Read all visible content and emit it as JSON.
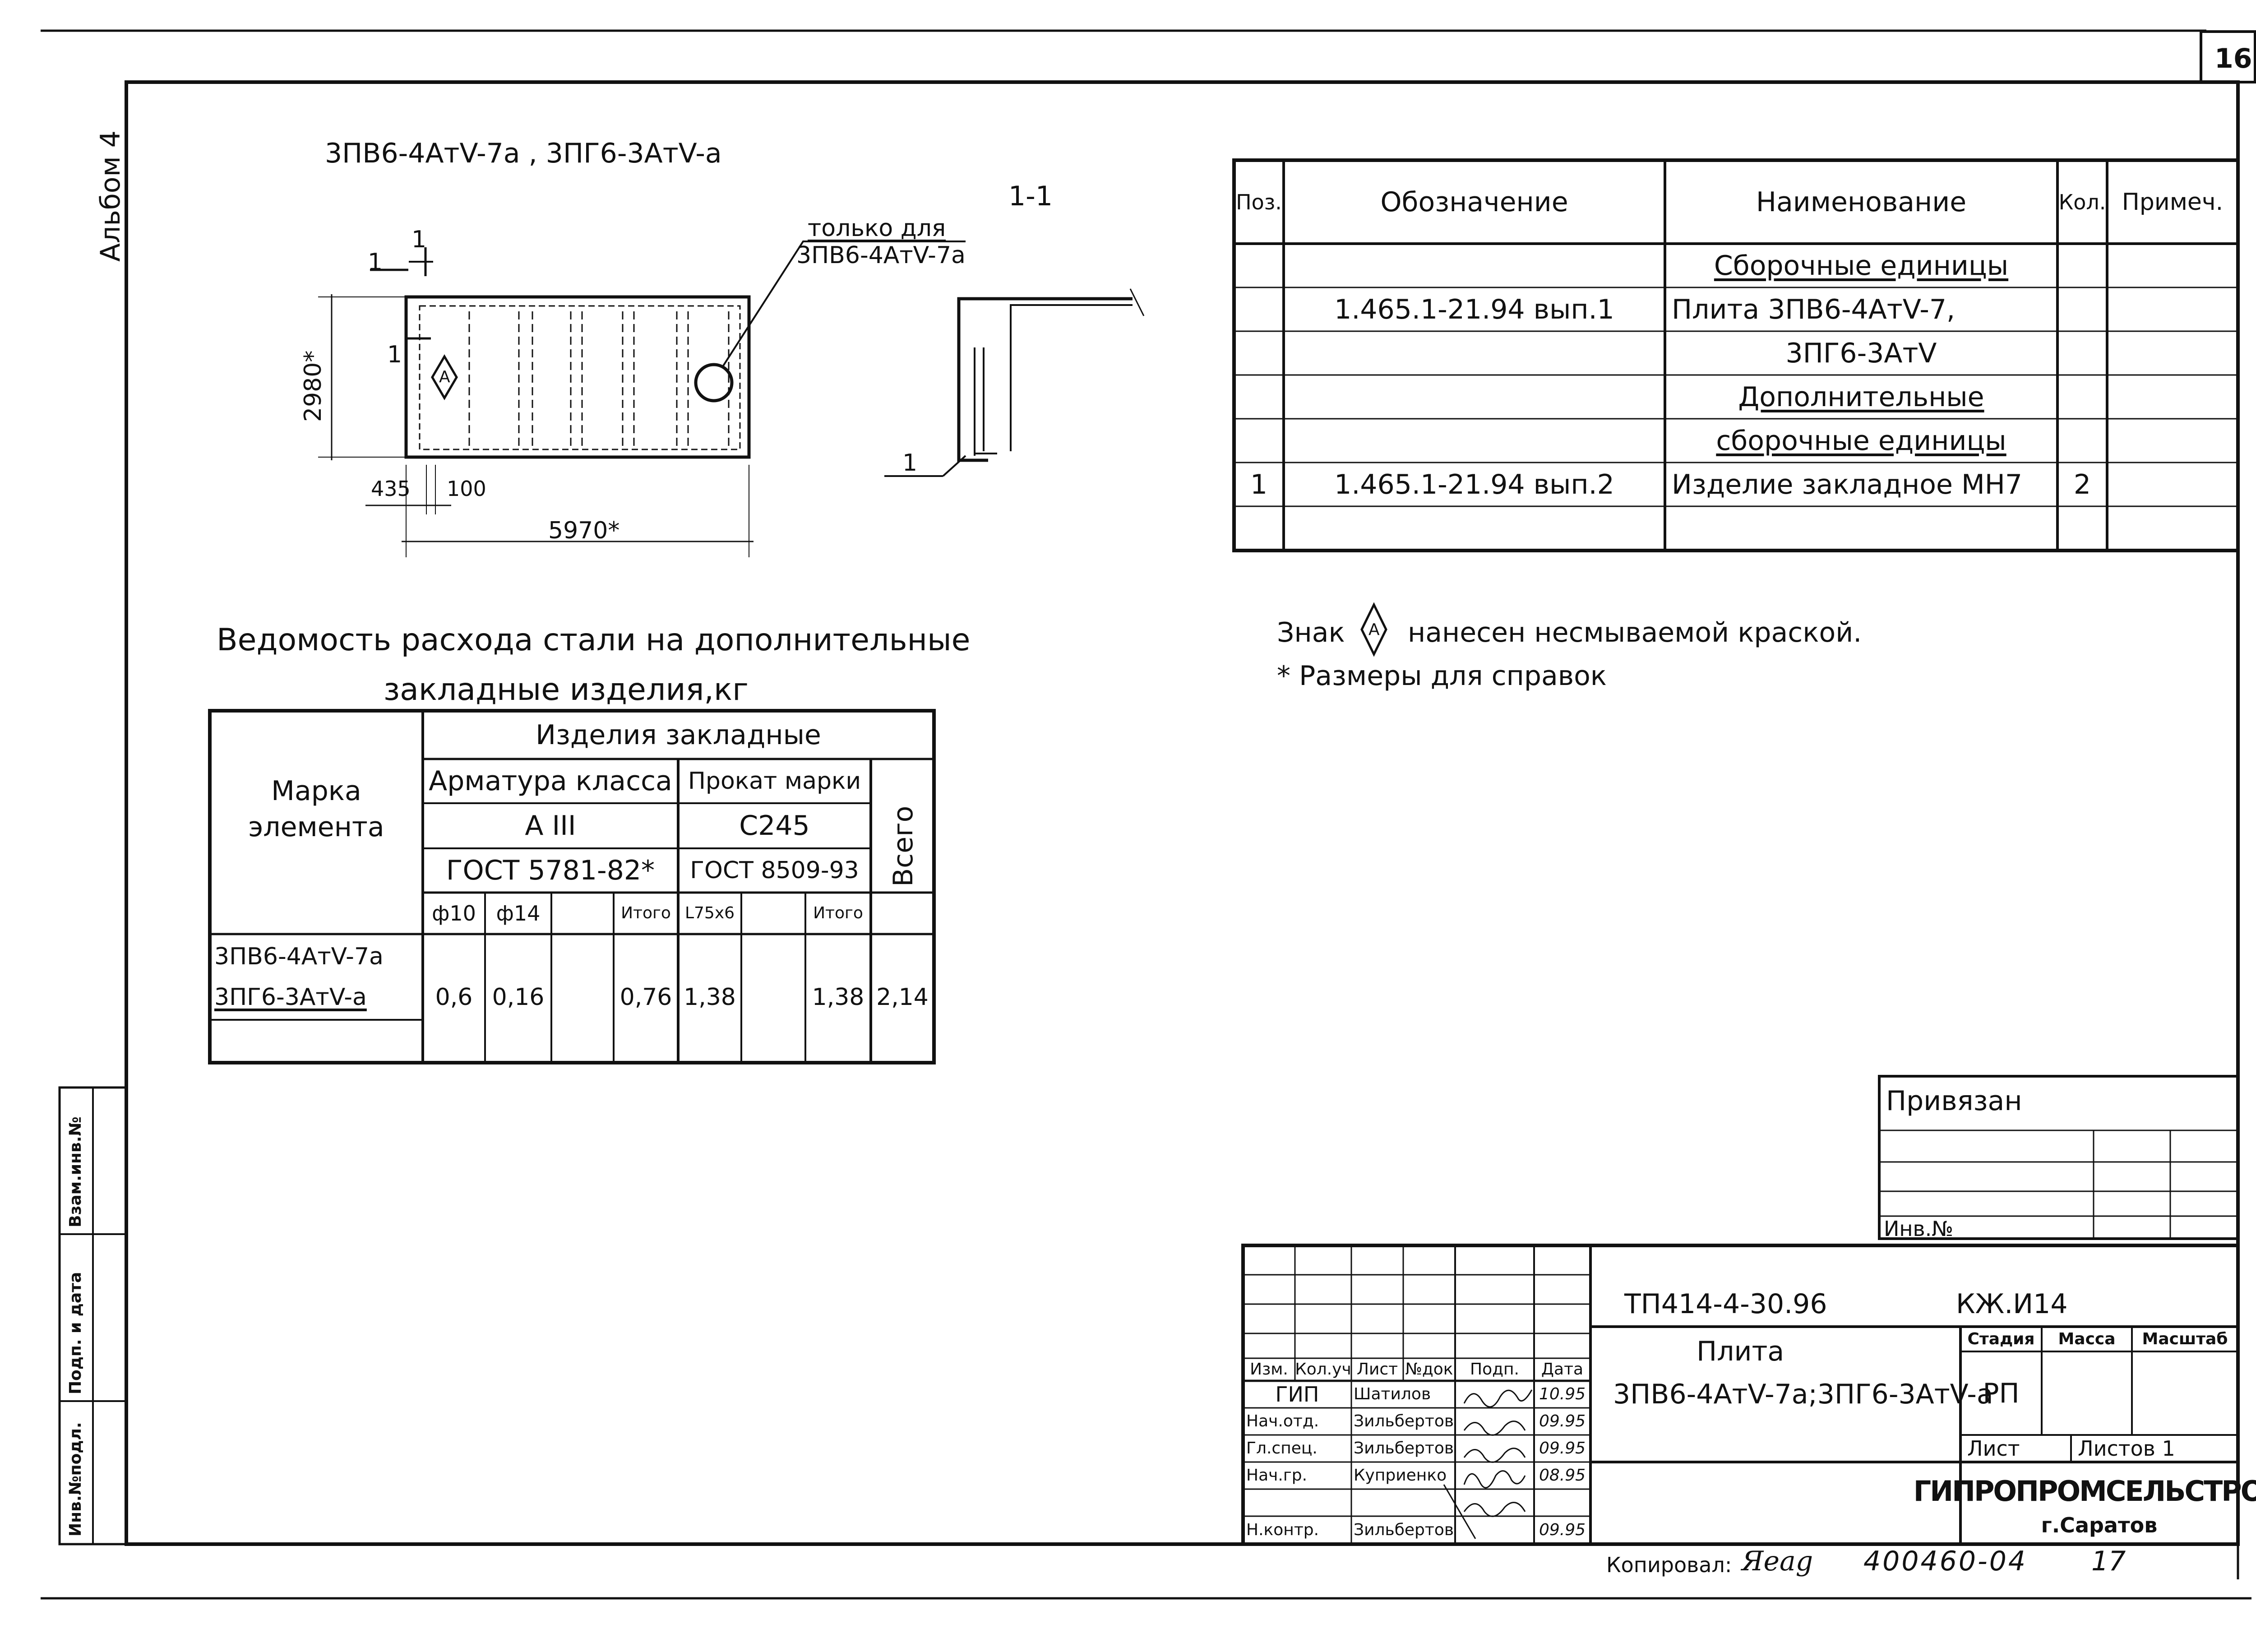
{
  "sheet_number": "16",
  "album_label": "Альбом 4",
  "margin_stamp": {
    "inv_podl": "Инв.№подл.",
    "podp_data": "Подп. и дата",
    "vzam_inv": "Взам.инв.№"
  },
  "drawing": {
    "title": "3ПВ6-4АтV-7а , 3ПГ6-3АтV-а",
    "section_label": "1-1",
    "note_only_for_line1": "только для",
    "note_only_for_line2": "3ПВ6-4АтV-7а",
    "dim_width": "5970*",
    "dim_height": "2980*",
    "dim_left": "435",
    "dim_gap": "100",
    "cut_mark_1": "1",
    "cut_mark_2": "1",
    "cut_mark_3": "1",
    "diamond_mark": "А",
    "section_callout": "1"
  },
  "spec_table": {
    "headers": [
      "Поз.",
      "Обозначение",
      "Наименование",
      "Кол.",
      "Примеч."
    ],
    "rows": [
      {
        "pos": "",
        "designation": "",
        "name": "Сборочные единицы",
        "qty": "",
        "note": ""
      },
      {
        "pos": "",
        "designation": "1.465.1-21.94 вып.1",
        "name": "Плита 3ПВ6-4АтV-7,",
        "qty": "",
        "note": ""
      },
      {
        "pos": "",
        "designation": "",
        "name": "3ПГ6-3АтV",
        "qty": "",
        "note": ""
      },
      {
        "pos": "",
        "designation": "",
        "name": "Дополнительные",
        "qty": "",
        "note": ""
      },
      {
        "pos": "",
        "designation": "",
        "name": "сборочные единицы",
        "qty": "",
        "note": ""
      },
      {
        "pos": "1",
        "designation": "1.465.1-21.94 вып.2",
        "name": "Изделие закладное МН7",
        "qty": "2",
        "note": ""
      },
      {
        "pos": "",
        "designation": "",
        "name": "",
        "qty": "",
        "note": ""
      }
    ]
  },
  "notes": {
    "line1_a": "Знак",
    "line1_mark": "А",
    "line1_b": "нанесен несмываемой краской.",
    "line2": "* Размеры для справок"
  },
  "steel_table": {
    "title_line1": "Ведомость расхода стали на дополнительные",
    "title_line2": "закладные изделия,кг",
    "col_mark": "Марка элемента",
    "col_mark_l1": "Марка",
    "col_mark_l2": "элемента",
    "group": "Изделия закладные",
    "armatura": "Арматура класса",
    "armatura_class": "А III",
    "armatura_gost": "ГОСТ 5781-82*",
    "prokat": "Прокат марки",
    "prokat_mark": "С245",
    "prokat_gost": "ГОСТ 8509-93",
    "total": "Всего",
    "sub_headers": [
      "ф10",
      "ф14",
      "",
      "Итого",
      "L75x6",
      "",
      "Итого"
    ],
    "rows": [
      {
        "mark_1": "3ПВ6-4АтV-7а",
        "mark_2": "3ПГ6-3АтV-а",
        "values": [
          "0,6",
          "0,16",
          "",
          "0,76",
          "1,38",
          "",
          "1,38",
          "2,14"
        ]
      }
    ]
  },
  "privyazan": {
    "label": "Привязан",
    "inv": "Инв.№"
  },
  "title_block": {
    "code": "ТП414-4-30.96",
    "mark": "КЖ.И14",
    "name_line1": "Плита",
    "name_line2": "3ПВ6-4АтV-7а;3ПГ6-3АтV-а",
    "stadiya": "Стадия",
    "massa": "Масса",
    "masshtab": "Масштаб",
    "stadiya_val": "РП",
    "list": "Лист",
    "listov": "Листов 1",
    "org": "ГИПРОПРОМСЕЛЬСТРОЙ",
    "city": "г.Саратов",
    "col_headers": [
      "Изм.",
      "Кол.уч",
      "Лист",
      "№док",
      "Подп.",
      "Дата"
    ],
    "people": [
      {
        "role": "ГИП",
        "name": "Шатилов",
        "date": "10.95"
      },
      {
        "role": "Нач.отд.",
        "name": "Зильбертов",
        "date": "09.95"
      },
      {
        "role": "Гл.спец.",
        "name": "Зильбертов",
        "date": "09.95"
      },
      {
        "role": "Нач.гр.",
        "name": "Куприенко",
        "date": "08.95"
      },
      {
        "role": "Н.контр.",
        "name": "Зильбертов",
        "date": "09.95"
      }
    ]
  },
  "footer": {
    "copied": "Копировал:",
    "copied_sign": "Яеаg",
    "number": "400460-04",
    "page": "17"
  }
}
